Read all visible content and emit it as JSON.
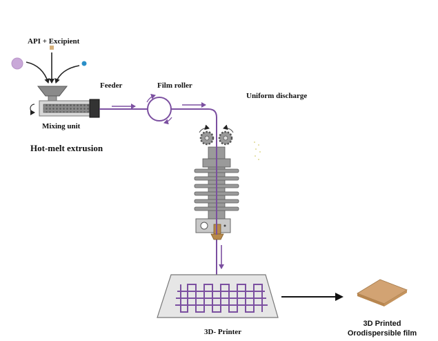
{
  "labels": {
    "api_excipient": "API + Excipient",
    "feeder": "Feeder",
    "film_roller": "Film roller",
    "uniform_discharge": "Uniform discharge",
    "mixing_unit": "Mixing unit",
    "hot_melt_extrusion": "Hot-melt extrusion",
    "printer": "3D- Printer",
    "product_line1": "3D Printed",
    "product_line2": "Orodispersible film"
  },
  "colors": {
    "filament": "#7b4fa0",
    "metal_dark": "#6a6a6a",
    "metal_light": "#c8c8c8",
    "film": "#d2a373",
    "nozzle": "#b8894a",
    "particle_lilac": "#c9a8d8",
    "particle_blue": "#2a8fc8",
    "particle_tan": "#d6b07a"
  }
}
